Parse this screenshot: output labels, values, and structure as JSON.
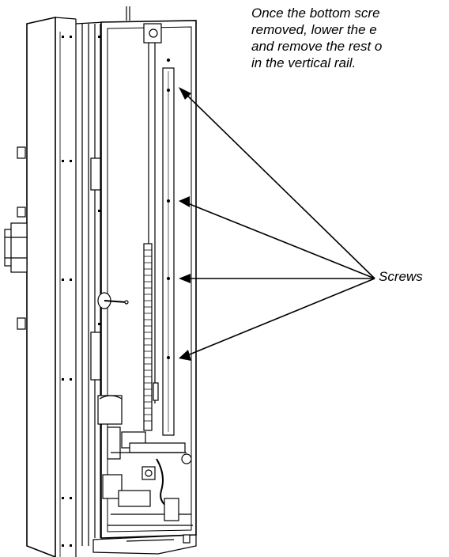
{
  "instruction": {
    "lines": [
      "Once the bottom scre",
      "removed, lower the e",
      "and remove the rest o",
      "in the vertical rail."
    ]
  },
  "callout": {
    "label": "Screws"
  },
  "colors": {
    "line": "#000000",
    "background": "#ffffff",
    "shade": "#d9d9d9"
  }
}
